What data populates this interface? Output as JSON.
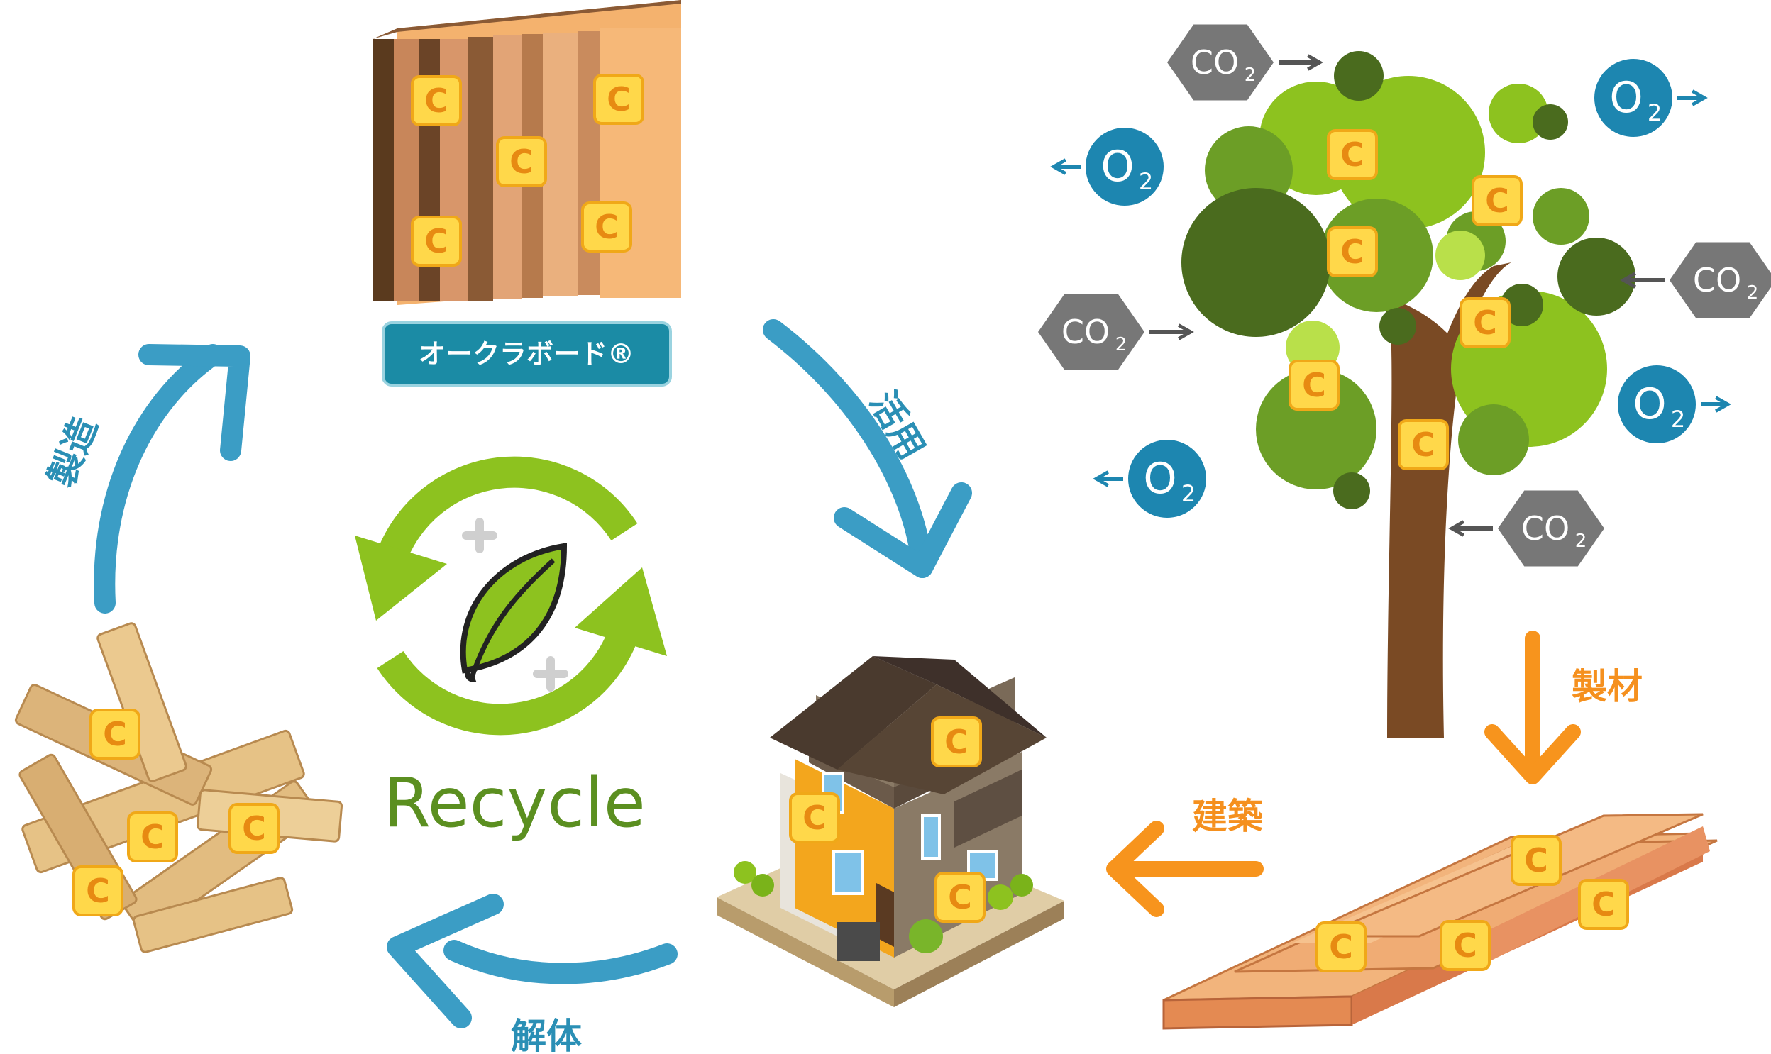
{
  "labels": {
    "product_badge": "オークラボード®",
    "use": "活用",
    "manufacture": "製造",
    "demolish": "解体",
    "construct": "建築",
    "lumber": "製材",
    "recycle": "Recycle"
  },
  "symbols": {
    "carbon": "C",
    "co2_main": "CO",
    "co2_sub": "2",
    "o2_main": "O",
    "o2_sub": "2"
  },
  "colors": {
    "cycle_arrow": "#3b9dc5",
    "process_arrow": "#f7941d",
    "recycle_green": "#8dc21f",
    "carbon_fill": "#ffd84a",
    "co2_gray": "#777777",
    "o2_blue": "#1d86b0",
    "badge_teal": "#1b8ba5"
  }
}
